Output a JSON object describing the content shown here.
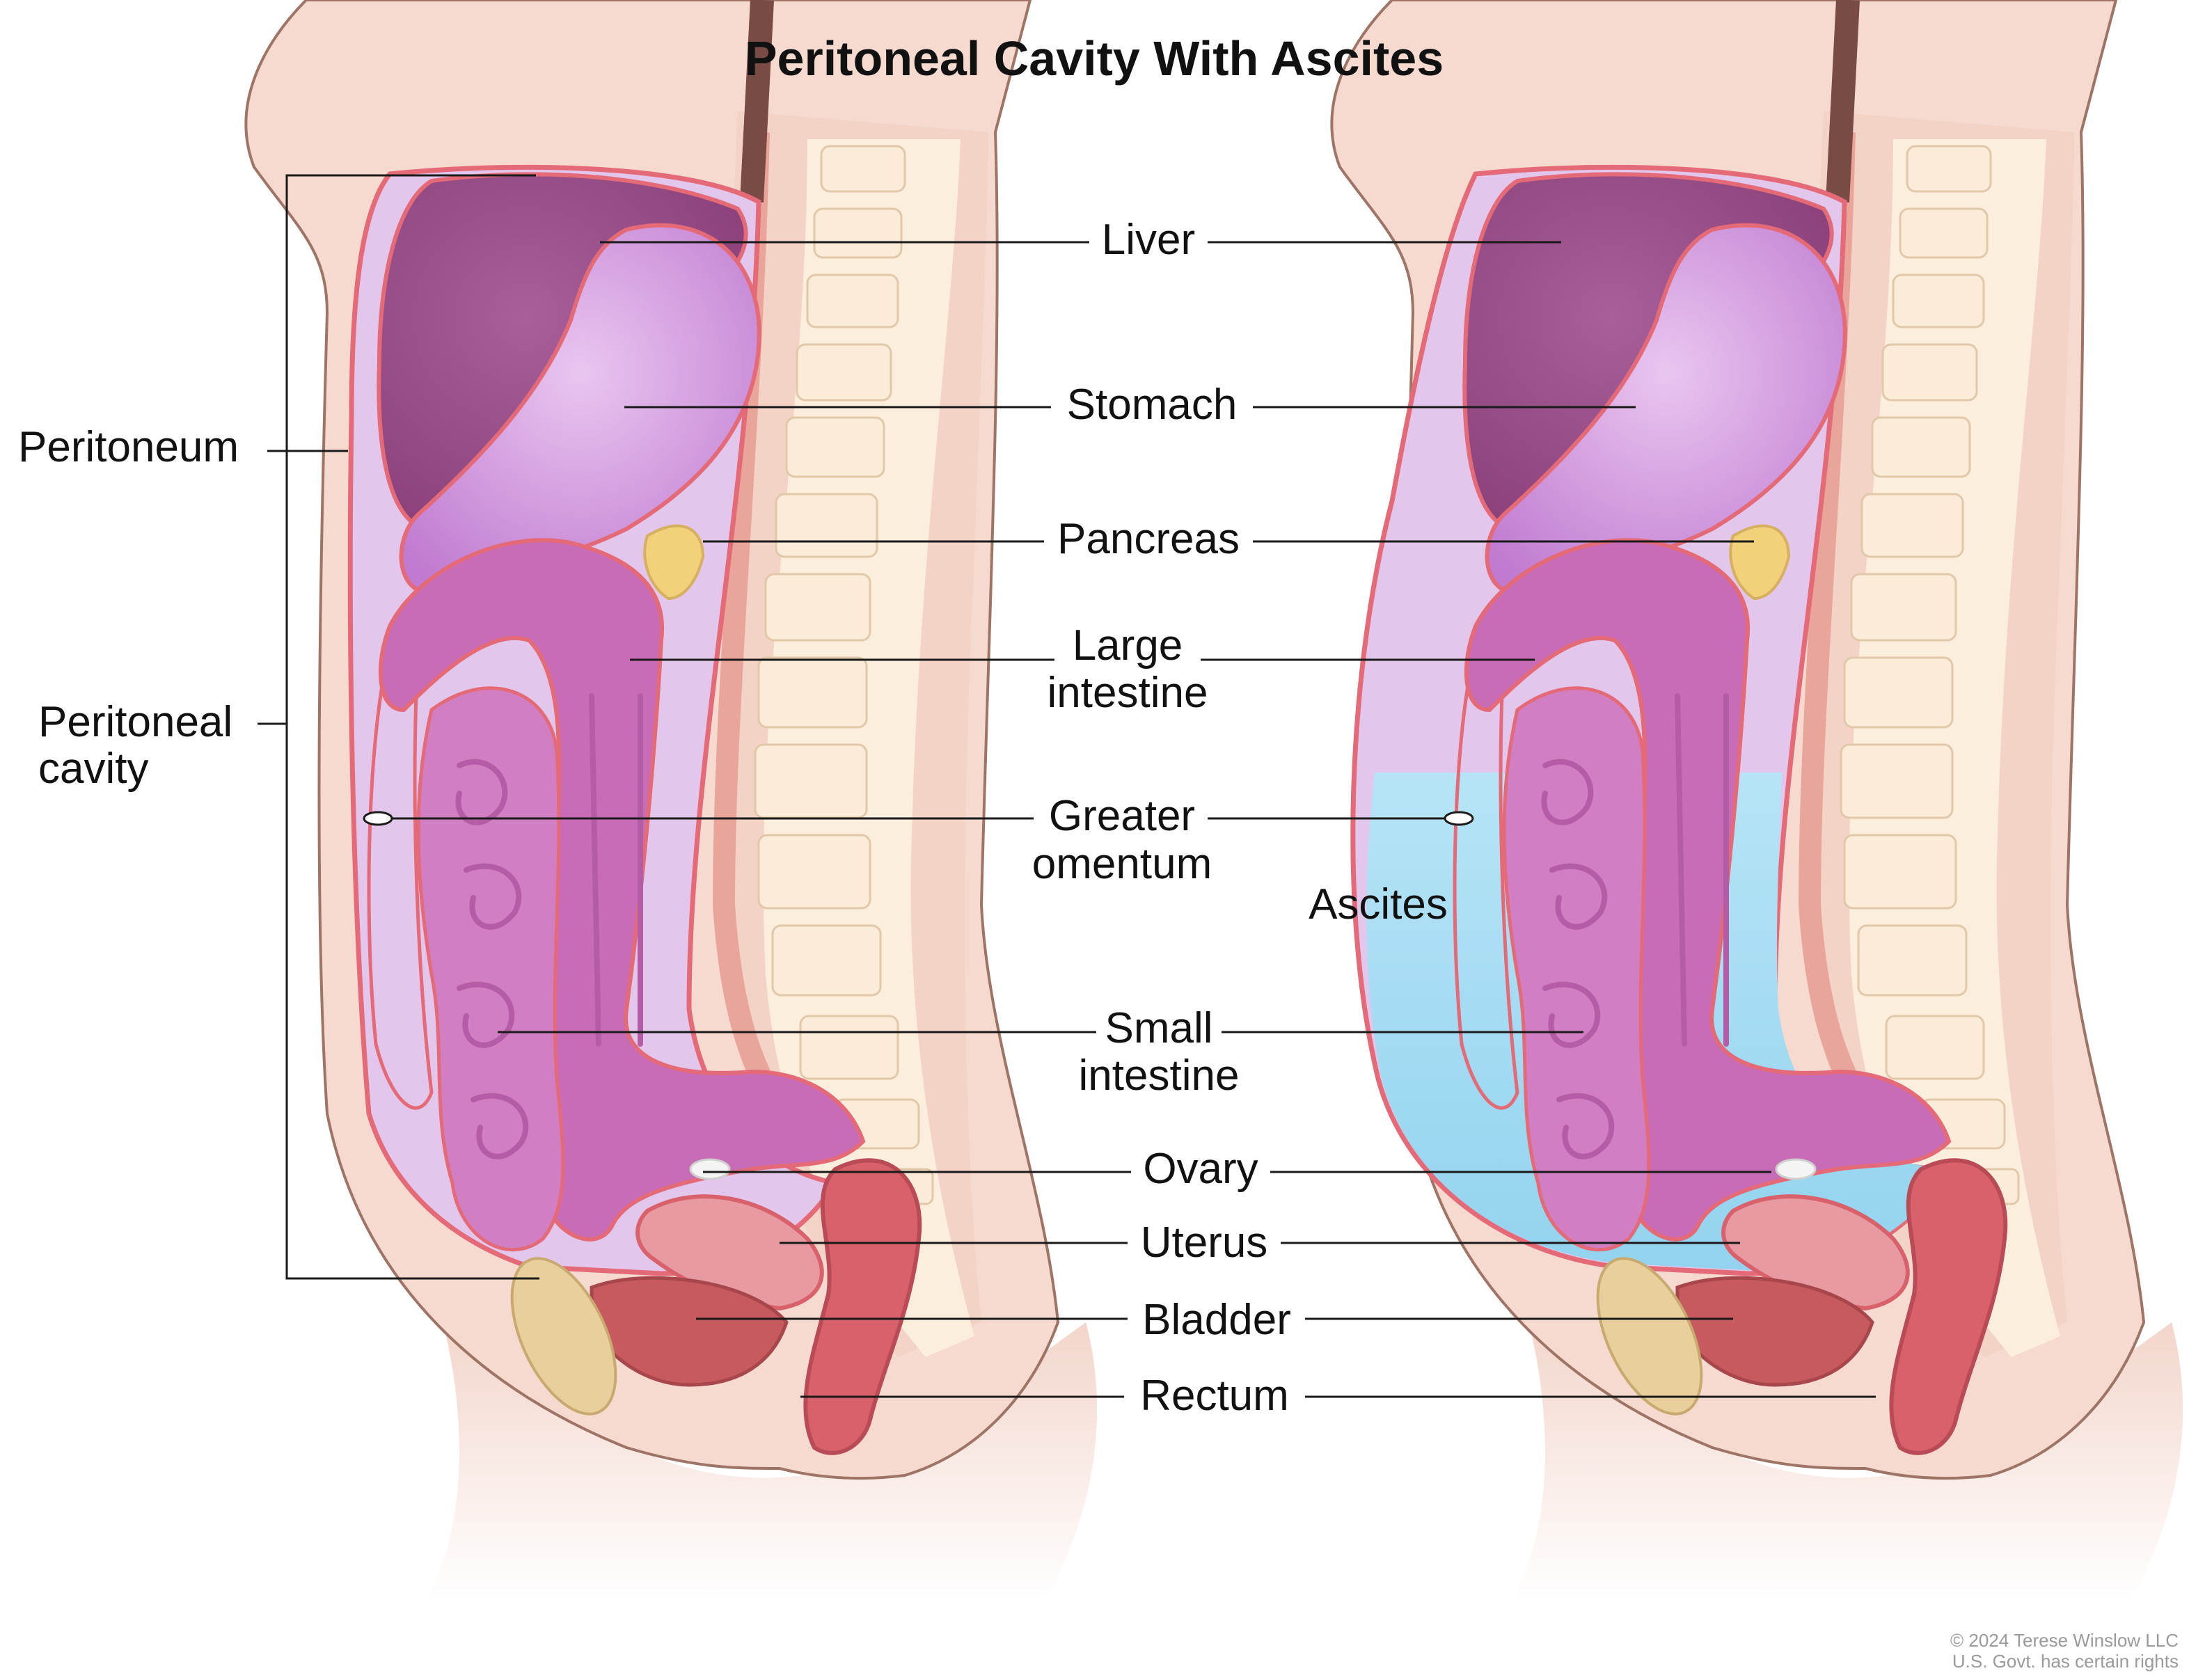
{
  "title": "Peritoneal Cavity With Ascites",
  "labels": {
    "peritoneum": "Peritoneum",
    "peritoneal_cavity_1": "Peritoneal",
    "peritoneal_cavity_2": "cavity",
    "liver": "Liver",
    "stomach": "Stomach",
    "pancreas": "Pancreas",
    "large_intestine_1": "Large",
    "large_intestine_2": "intestine",
    "greater_omentum_1": "Greater",
    "greater_omentum_2": "omentum",
    "ascites": "Ascites",
    "small_intestine_1": "Small",
    "small_intestine_2": "intestine",
    "ovary": "Ovary",
    "uterus": "Uterus",
    "bladder": "Bladder",
    "rectum": "Rectum"
  },
  "credit": {
    "line1": "© 2024 Terese Winslow LLC",
    "line2": "U.S. Govt. has certain rights"
  },
  "colors": {
    "skin": "#f6d9cf",
    "body_outline": "#9e7466",
    "peritoneum_line": "#e56a78",
    "cavity_fill": "#e2c6ec",
    "ascites_fluid": "#a7dcf2",
    "liver": "#a04e8e",
    "stomach": "#c98ad6",
    "intestine": "#c96cb8",
    "pancreas": "#f2d17a",
    "uterus_rectum": "#d9616b",
    "bladder": "#c65a5e",
    "vertebra": "#faecd9",
    "bone": "#e8cf9c"
  }
}
